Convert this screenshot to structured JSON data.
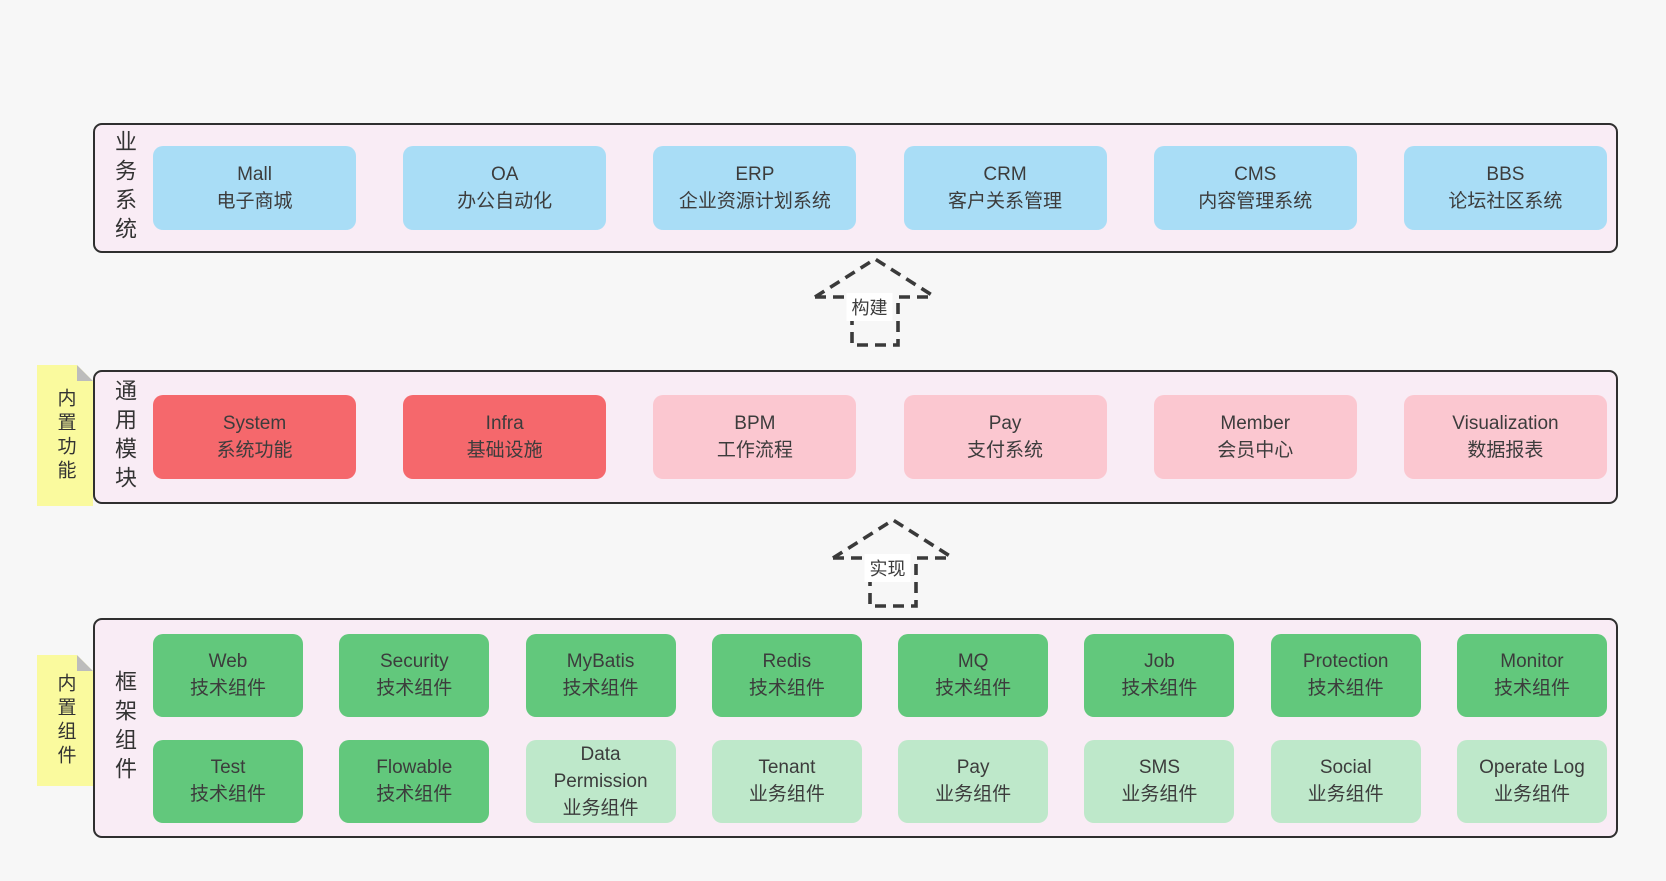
{
  "diagram": {
    "bands": [
      {
        "id": "business-systems",
        "side_label": "业务系统",
        "items": [
          {
            "name": "Mall",
            "desc": "电子商城",
            "variant": "blue"
          },
          {
            "name": "OA",
            "desc": "办公自动化",
            "variant": "blue"
          },
          {
            "name": "ERP",
            "desc": "企业资源计划系统",
            "variant": "blue"
          },
          {
            "name": "CRM",
            "desc": "客户关系管理",
            "variant": "blue"
          },
          {
            "name": "CMS",
            "desc": "内容管理系统",
            "variant": "blue"
          },
          {
            "name": "BBS",
            "desc": "论坛社区系统",
            "variant": "blue"
          }
        ]
      },
      {
        "id": "common-modules",
        "side_label": "通用模块",
        "sticky_note": "内置功能",
        "items": [
          {
            "name": "System",
            "desc": "系统功能",
            "variant": "red"
          },
          {
            "name": "Infra",
            "desc": "基础设施",
            "variant": "red"
          },
          {
            "name": "BPM",
            "desc": "工作流程",
            "variant": "pink"
          },
          {
            "name": "Pay",
            "desc": "支付系统",
            "variant": "pink"
          },
          {
            "name": "Member",
            "desc": "会员中心",
            "variant": "pink"
          },
          {
            "name": "Visualization",
            "desc": "数据报表",
            "variant": "pink"
          }
        ]
      },
      {
        "id": "framework-components",
        "side_label": "框架组件",
        "sticky_note": "内置组件",
        "rows": [
          [
            {
              "name": "Web",
              "desc": "技术组件",
              "variant": "green"
            },
            {
              "name": "Security",
              "desc": "技术组件",
              "variant": "green"
            },
            {
              "name": "MyBatis",
              "desc": "技术组件",
              "variant": "green"
            },
            {
              "name": "Redis",
              "desc": "技术组件",
              "variant": "green"
            },
            {
              "name": "MQ",
              "desc": "技术组件",
              "variant": "green"
            },
            {
              "name": "Job",
              "desc": "技术组件",
              "variant": "green"
            },
            {
              "name": "Protection",
              "desc": "技术组件",
              "variant": "green"
            },
            {
              "name": "Monitor",
              "desc": "技术组件",
              "variant": "green"
            }
          ],
          [
            {
              "name": "Test",
              "desc": "技术组件",
              "variant": "green"
            },
            {
              "name": "Flowable",
              "desc": "技术组件",
              "variant": "green"
            },
            {
              "name": "Data Permission",
              "desc": "业务组件",
              "variant": "lightgreen"
            },
            {
              "name": "Tenant",
              "desc": "业务组件",
              "variant": "lightgreen"
            },
            {
              "name": "Pay",
              "desc": "业务组件",
              "variant": "lightgreen"
            },
            {
              "name": "SMS",
              "desc": "业务组件",
              "variant": "lightgreen"
            },
            {
              "name": "Social",
              "desc": "业务组件",
              "variant": "lightgreen"
            },
            {
              "name": "Operate Log",
              "desc": "业务组件",
              "variant": "lightgreen"
            }
          ]
        ]
      }
    ],
    "arrows": [
      {
        "label": "构建"
      },
      {
        "label": "实现"
      }
    ],
    "colors": {
      "page_bg": "#f7f7f7",
      "band_bg": "#f9ecf5",
      "band_border": "#2f2f2f",
      "blue": "#a9ddf6",
      "red": "#f5686c",
      "pink": "#fbc7d0",
      "green": "#62c87c",
      "light_green": "#bee8ca",
      "sticky_yellow": "#fafa9e",
      "sticky_fold": "#bcbcbc",
      "text": "#3c3c3c"
    }
  }
}
